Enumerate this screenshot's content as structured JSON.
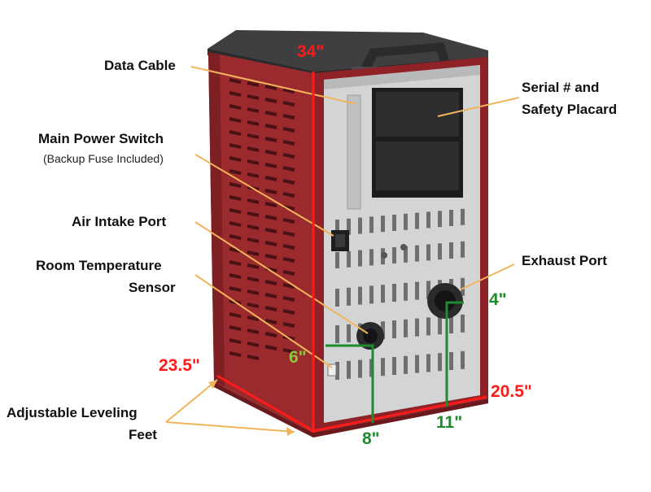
{
  "callouts": {
    "data_cable": "Data Cable",
    "main_power_switch": "Main Power Switch",
    "backup_fuse": "(Backup Fuse Included)",
    "air_intake_port": "Air Intake Port",
    "room_temp_line1": "Room Temperature",
    "room_temp_line2": "Sensor",
    "leveling_line1": "Adjustable Leveling",
    "leveling_line2": "Feet",
    "serial_line1": "Serial # and",
    "serial_line2": "Safety Placard",
    "exhaust_port": "Exhaust Port"
  },
  "dimensions": {
    "height": "34\"",
    "depth": "23.5\"",
    "width": "20.5\"",
    "exhaust_diameter": "4\"",
    "intake_diameter": "6\"",
    "intake_height": "8\"",
    "exhaust_height": "11\""
  },
  "colors": {
    "callout_line": "#f2b45a",
    "dimension_red": "#ff1a1a",
    "dimension_green": "#1f8a2e",
    "cabinet_red": "#9b2a2e",
    "panel_grey": "#cfd0d2"
  }
}
